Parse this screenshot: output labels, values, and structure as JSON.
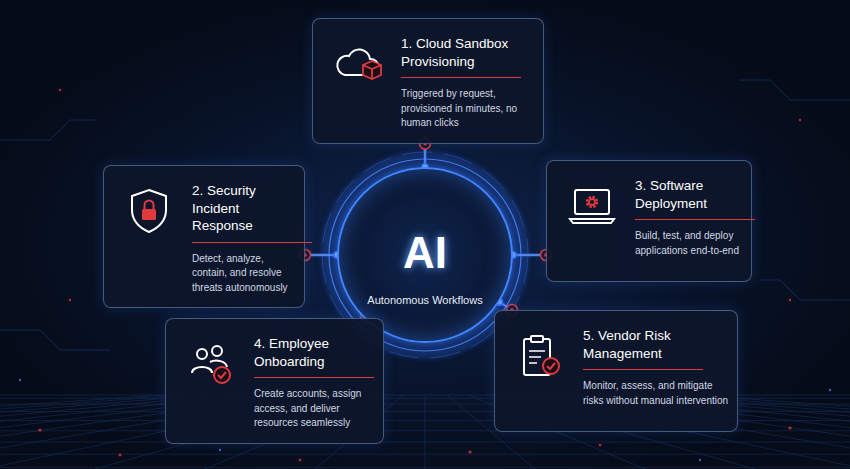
{
  "diagram": {
    "nodes": [
      {
        "text": [
          "1. Cloud Sandbox Provisioning",
          "Triggered by request, provisioned in minutes, no human clicks"
        ]
      },
      {
        "text": [
          "2. Security Incident Response",
          "Detect, analyze, contain, and resolve threats autonomously"
        ]
      },
      {
        "text": [
          "AI",
          "Autonomous Workflows"
        ]
      },
      {
        "text": [
          "3. Software Deployment",
          "Build, test, and deploy applications end-to-end"
        ]
      },
      {
        "text": [
          "4. Employee Onboarding",
          "Create accounts, assign access, and deliver resources seamlessly"
        ]
      },
      {
        "text": [
          "5. Vendor Risk Management",
          "Monitor, assess, and mitigate risks without manual intervention"
        ]
      }
    ],
    "edges": [
      {
        "from": 2,
        "to": 0,
        "arrow": "none"
      },
      {
        "from": 2,
        "to": 1,
        "arrow": "none"
      },
      {
        "from": 2,
        "to": 3,
        "arrow": "none"
      },
      {
        "from": 2,
        "to": 4,
        "arrow": "none"
      },
      {
        "from": 2,
        "to": 5,
        "arrow": "none"
      }
    ]
  }
}
